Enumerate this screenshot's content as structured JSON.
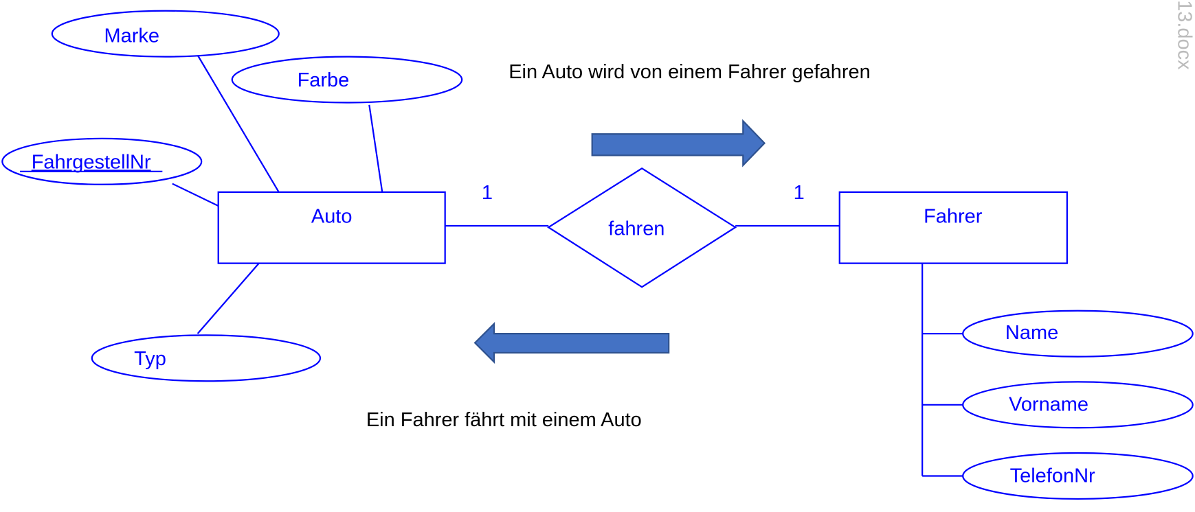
{
  "entities": {
    "auto": {
      "label": "Auto",
      "attributes": [
        {
          "label": "Marke",
          "key": false
        },
        {
          "label": "Farbe",
          "key": false
        },
        {
          "label": "FahrgestellNr",
          "key": true
        },
        {
          "label": "Typ",
          "key": false
        }
      ]
    },
    "fahrer": {
      "label": "Fahrer",
      "attributes": [
        {
          "label": "Name",
          "key": false
        },
        {
          "label": "Vorname",
          "key": false
        },
        {
          "label": "TelefonNr",
          "key": false
        }
      ]
    }
  },
  "relationship": {
    "label": "fahren",
    "cardinality_left": "1",
    "cardinality_right": "1"
  },
  "captions": {
    "top": "Ein Auto wird von einem Fahrer gefahren",
    "bottom": "Ein Fahrer fährt mit einem Auto"
  },
  "arrows": {
    "top": "right",
    "bottom": "left"
  },
  "margin_text": "13.docx",
  "colors": {
    "diagram": "#0000ff",
    "arrow_fill": "#4472c4",
    "arrow_stroke": "#2f528f"
  }
}
